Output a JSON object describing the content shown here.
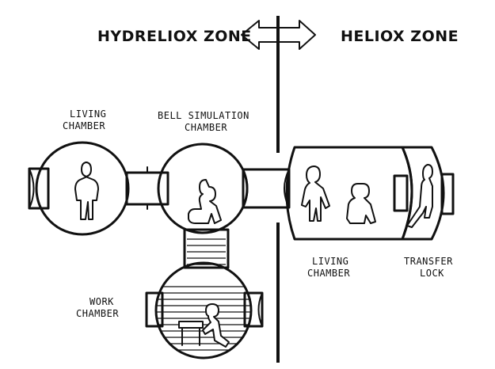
{
  "zones": {
    "left": "HYDRELIOX ZONE",
    "right": "HELIOX ZONE"
  },
  "labels": {
    "living_chamber_left_line1": "LIVING",
    "living_chamber_left_line2": "CHAMBER",
    "bell_simulation_line1": "BELL SIMULATION",
    "bell_simulation_line2": "CHAMBER",
    "living_chamber_right_line1": "LIVING",
    "living_chamber_right_line2": "CHAMBER",
    "transfer_lock_line1": "TRANSFER",
    "transfer_lock_line2": "LOCK",
    "work_chamber_line1": "WORK",
    "work_chamber_line2": "CHAMBER"
  },
  "colors": {
    "ink": "#111111",
    "paper": "#ffffff"
  },
  "icons": {
    "zone_arrow": "double-headed-arrow-icon"
  }
}
